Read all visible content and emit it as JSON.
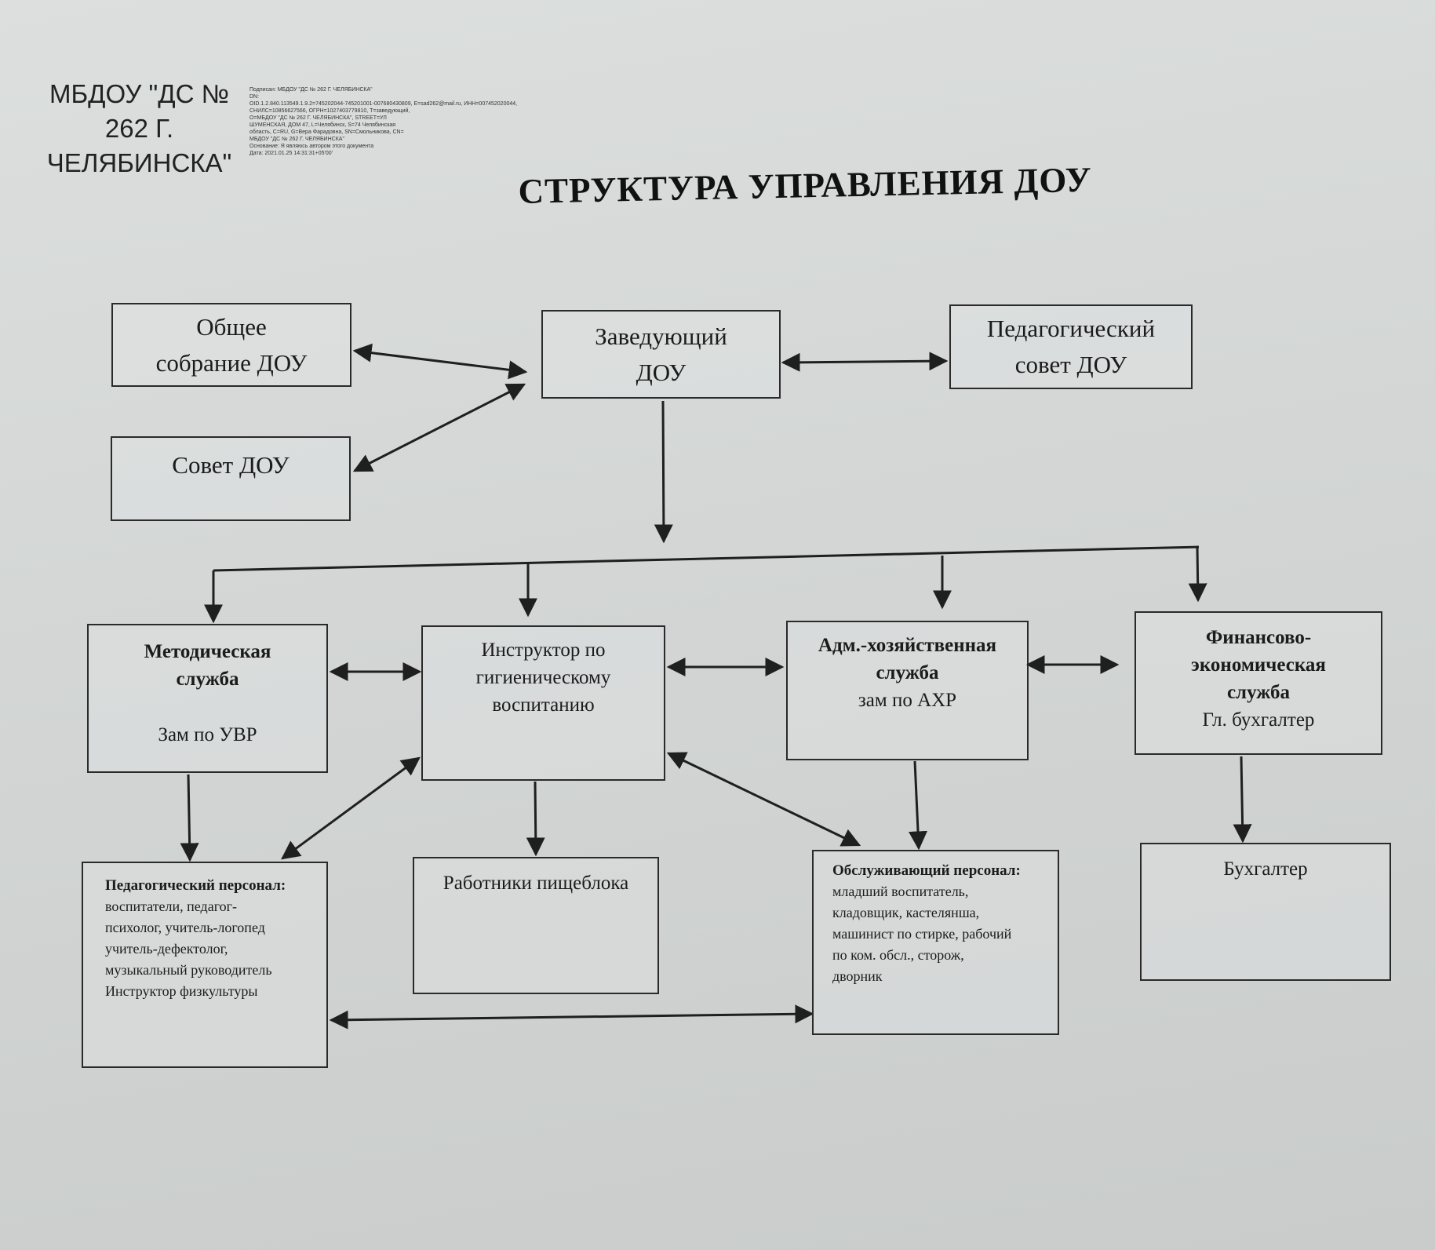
{
  "stamp": {
    "organization": "МБДОУ \"ДС № 262 Г. ЧЕЛЯБИНСКА\"",
    "signature_lines": [
      "Подписан: МБДОУ \"ДС № 262 Г. ЧЕЛЯБИНСКА\"",
      "DN:",
      "OID.1.2.840.113549.1.9.2=745202044-745201001-007680430809, E=sad262@mail.ru, ИНН=007452020044,",
      "СНИЛС=10856627566, ОГРН=1027403779810, T=заведующий,",
      "O=МБДОУ \"ДС № 262 Г. ЧЕЛЯБИНСКА\", STREET=УЛ",
      "ШУМЕНСКАЯ, ДОМ 47, L=Челябинск, S=74 Челябинская",
      "область, C=RU, G=Вера Фарадовна, SN=Смольникова, CN=",
      "МБДОУ \"ДС № 262 Г. ЧЕЛЯБИНСКА\"",
      "Основание: Я являюсь автором этого документа",
      "Дата: 2021.01.25 14:31:31+05'00'"
    ]
  },
  "title": "СТРУКТУРА УПРАВЛЕНИЯ ДОУ",
  "nodes": {
    "general_meeting": {
      "line1": "Общее",
      "line2": "собрание ДОУ"
    },
    "head": {
      "line1": "Заведующий",
      "line2": "ДОУ"
    },
    "ped_council": {
      "line1": "Педагогический",
      "line2": "совет ДОУ"
    },
    "council": {
      "line1": "Совет ДОУ"
    },
    "methodical": {
      "line1": "Методическая",
      "line2": "служба",
      "line3": "Зам по УВР"
    },
    "hygiene": {
      "line1": "Инструктор по",
      "line2": "гигиеническому",
      "line3": "воспитанию"
    },
    "admin": {
      "line1": "Адм.-хозяйственная",
      "line2": "служба",
      "line3": "зам по АХР"
    },
    "finance": {
      "line1": "Финансово-",
      "line2": "экономическая",
      "line3": "служба",
      "line4": "Гл. бухгалтер"
    },
    "ped_staff": {
      "heading": "Педагогический персонал:",
      "lines": [
        "воспитатели,      педагог-",
        "психолог, учитель-логопед",
        "учитель-дефектолог,",
        "музыкальный руководитель",
        "Инструктор физкультуры"
      ]
    },
    "kitchen": {
      "line1": "Работники пищеблока"
    },
    "service_staff": {
      "heading": "Обслуживающий персонал:",
      "lines": [
        "младший воспитатель,",
        "кладовщик, кастелянша,",
        "машинист по стирке, рабочий",
        "по ком. обсл.,    сторож,",
        "дворник"
      ]
    },
    "accountant": {
      "line1": "Бухгалтер"
    }
  }
}
